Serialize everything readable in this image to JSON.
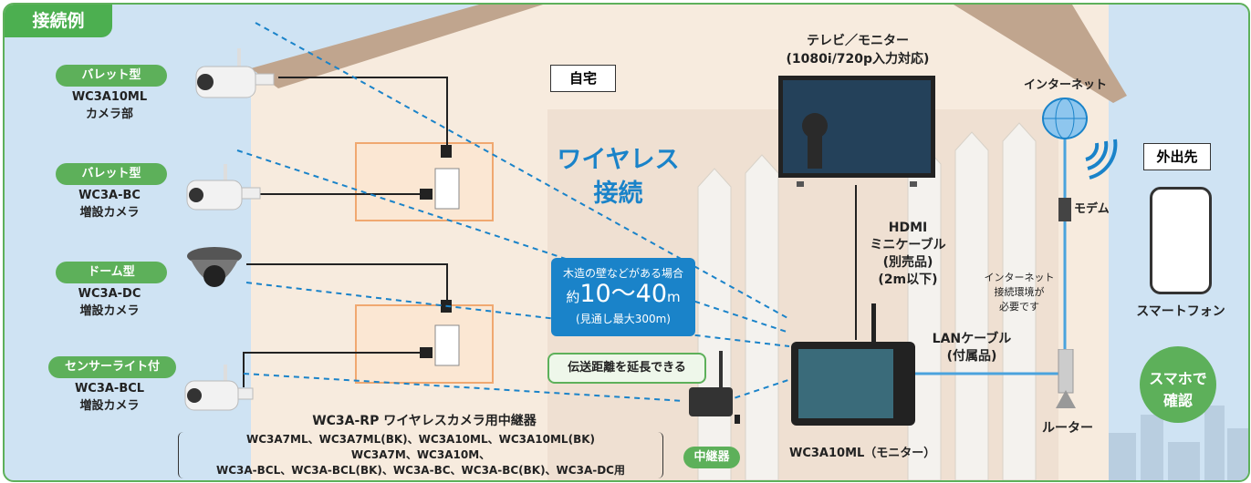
{
  "tag": "接続例",
  "home": "自宅",
  "away": "外出先",
  "wireless": [
    "ワイヤレス",
    "接続"
  ],
  "cameras": [
    {
      "type": "バレット型",
      "model": "WC3A10ML",
      "desc": "カメラ部"
    },
    {
      "type": "バレット型",
      "model": "WC3A-BC",
      "desc": "増設カメラ"
    },
    {
      "type": "ドーム型",
      "model": "WC3A-DC",
      "desc": "増設カメラ"
    },
    {
      "type": "センサーライト付",
      "model": "WC3A-BCL",
      "desc": "増設カメラ"
    }
  ],
  "tv": {
    "line1": "テレビ／モニター",
    "line2": "(1080i/720p入力対応)"
  },
  "range": {
    "line1": "木造の壁などがある場合",
    "prefix": "約",
    "value": "10〜40",
    "unit": "m",
    "line3": "(見通し最大300m)"
  },
  "hdmi": [
    "HDMI",
    "ミニケーブル",
    "(別売品)",
    "(2m以下)"
  ],
  "lan": [
    "LANケーブル",
    "(付属品)"
  ],
  "internet": "インターネット",
  "modem": "モデム",
  "router": "ルーター",
  "net_note": [
    "インターネット",
    "接続環境が",
    "必要です"
  ],
  "smartphone": "スマートフォン",
  "check": [
    "スマホで",
    "確認"
  ],
  "extend": "伝送距離を延長できる",
  "repeater_label": "中継器",
  "monitor_label": "WC3A10ML（モニター）",
  "repeater_title_model": "WC3A-RP",
  "repeater_title_rest": " ワイヤレスカメラ用中継器",
  "compat": [
    "WC3A7ML、WC3A7ML(BK)、WC3A10ML、WC3A10ML(BK)",
    "WC3A7M、WC3A10M、",
    "WC3A-BCL、WC3A-BCL(BK)、WC3A-BC、WC3A-BC(BK)、WC3A-DC用"
  ],
  "colors": {
    "green": "#5db05a",
    "blue": "#1a83c9",
    "sky": "#cfe3f3",
    "house": "#f6e9dc"
  }
}
